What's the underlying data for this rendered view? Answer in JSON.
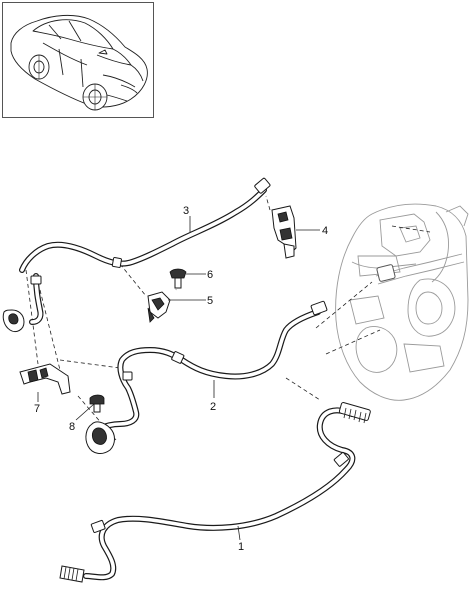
{
  "callouts": {
    "c1": "1",
    "c2": "2",
    "c3": "3",
    "c4": "4",
    "c5": "5",
    "c6": "6",
    "c7": "7",
    "c8": "8"
  },
  "colors": {
    "line": "#1a1a1a",
    "engine_ghost": "#9a9a9a",
    "background": "#ffffff"
  },
  "icons": {
    "vehicle": "car-thumbnail-icon"
  }
}
